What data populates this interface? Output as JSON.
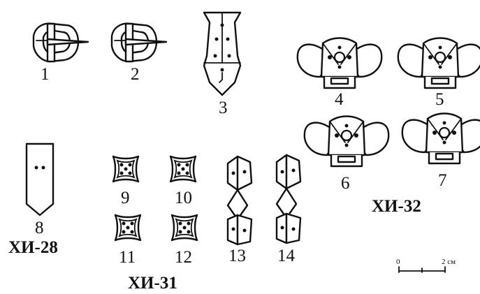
{
  "figures": [
    {
      "id": "1",
      "kind": "buckle"
    },
    {
      "id": "2",
      "kind": "buckle"
    },
    {
      "id": "3",
      "kind": "strap-end-plate"
    },
    {
      "id": "4",
      "kind": "trefoil-plate"
    },
    {
      "id": "5",
      "kind": "trefoil-plate"
    },
    {
      "id": "6",
      "kind": "trefoil-plate"
    },
    {
      "id": "7",
      "kind": "trefoil-plate"
    },
    {
      "id": "8",
      "kind": "strap-tip"
    },
    {
      "id": "9",
      "kind": "quatrefoil-plaque"
    },
    {
      "id": "10",
      "kind": "quatrefoil-plaque"
    },
    {
      "id": "11",
      "kind": "quatrefoil-plaque"
    },
    {
      "id": "12",
      "kind": "quatrefoil-plaque"
    },
    {
      "id": "13",
      "kind": "hinged-plate"
    },
    {
      "id": "14",
      "kind": "hinged-plate"
    }
  ],
  "groups": {
    "g28": "ХИ-28",
    "g31": "ХИ-31",
    "g32": "ХИ-32"
  },
  "scale": {
    "zero": "0",
    "end": "2 см"
  }
}
